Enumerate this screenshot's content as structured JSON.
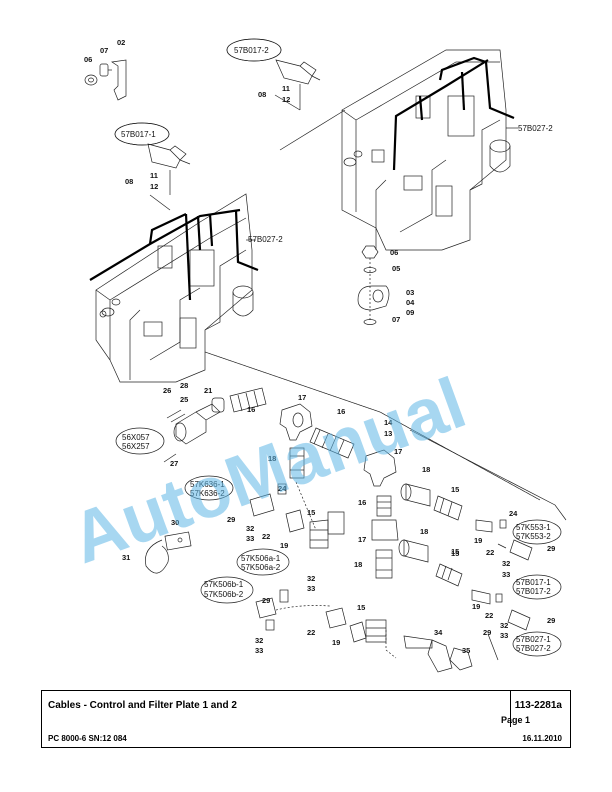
{
  "title_block": {
    "title": "Cables - Control and Filter Plate 1 and 2",
    "drawing_number": "113-2281a",
    "page": "Page 1",
    "model": "PC 8000-6 SN:12 084",
    "date": "16.11.2010"
  },
  "watermark": "AutoManual",
  "callouts": {
    "c01": "02",
    "c02": "07",
    "c03": "06",
    "c04": "57B017-2",
    "c05": "11",
    "c06": "08",
    "c07": "12",
    "c08": "57B017-1",
    "c09": "11",
    "c10": "08",
    "c11": "12",
    "c12": "57B027-2",
    "c13": "57B027-2",
    "c14": "06",
    "c15": "05",
    "c16": "03",
    "c17": "04",
    "c18": "09",
    "c19": "07",
    "c20": "26",
    "c21": "28",
    "c22": "25",
    "c23": "21",
    "c24": "16",
    "c25": "17",
    "c26": "16",
    "c27": "14",
    "c28": "13",
    "c29": "56X057",
    "c30": "56X257",
    "c31": "27",
    "c32": "18",
    "c33": "17",
    "c34": "18",
    "c35": "15",
    "c36": "16",
    "c37": "57K636-1",
    "c38": "57K636-2",
    "c39": "24",
    "c40": "29",
    "c41": "22",
    "c42": "19",
    "c43": "32",
    "c44": "33",
    "c45": "15",
    "c46": "30",
    "c47": "31",
    "c48": "57K506a-1",
    "c49": "57K506a-2",
    "c50": "17",
    "c51": "18",
    "c52": "15",
    "c53": "24",
    "c54": "57K553-1",
    "c55": "57K553-2",
    "c56": "19",
    "c57": "22",
    "c58": "29",
    "c59": "32",
    "c60": "33",
    "c61": "18",
    "c62": "15",
    "c63": "57K506b-1",
    "c64": "57K506b-2",
    "c65": "32",
    "c66": "33",
    "c67": "29",
    "c68": "22",
    "c69": "19",
    "c70": "15",
    "c71": "32",
    "c72": "33",
    "c73": "57B017-1",
    "c74": "57B017-2",
    "c75": "19",
    "c76": "22",
    "c77": "29",
    "c78": "32",
    "c79": "33",
    "c80": "34",
    "c81": "29",
    "c82": "35",
    "c83": "57B027-1",
    "c84": "57B027-2"
  }
}
